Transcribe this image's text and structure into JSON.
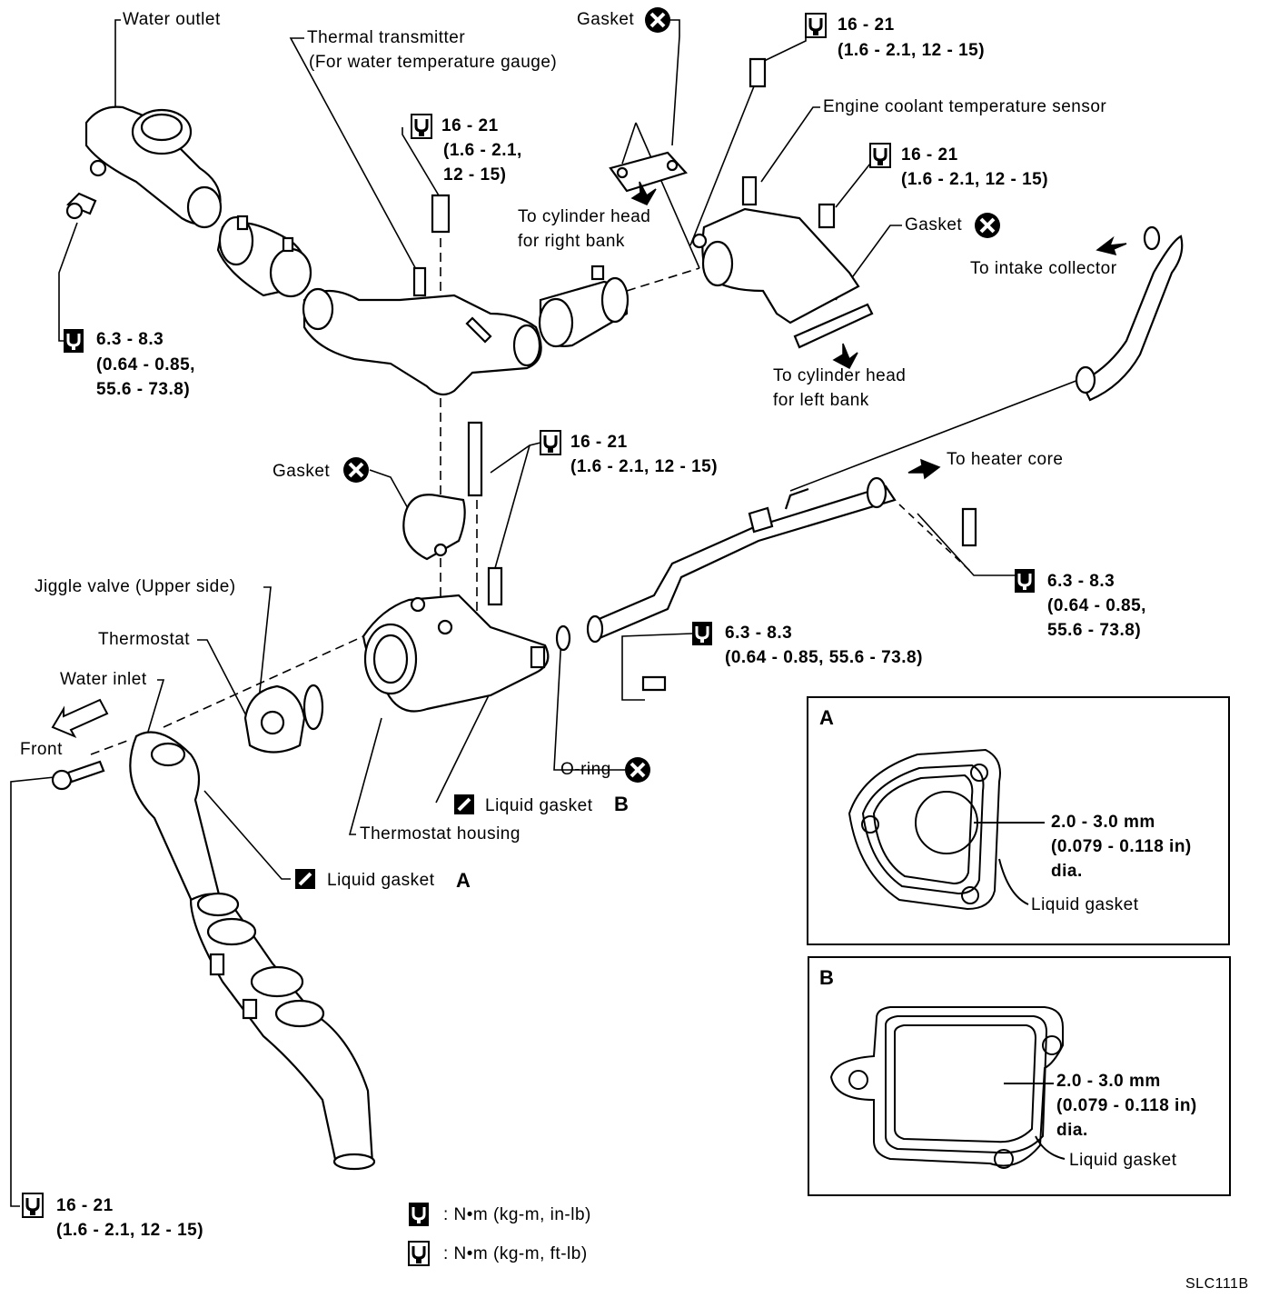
{
  "labels": {
    "water_outlet": "Water outlet",
    "thermal_transmitter": "Thermal transmitter",
    "thermal_transmitter_note": "(For water temperature gauge)",
    "gasket_top": "Gasket",
    "gasket_mid": "Gasket",
    "gasket_right": "Gasket",
    "ect_sensor": "Engine coolant temperature sensor",
    "to_cyl_right_1": "To cylinder head",
    "to_cyl_right_2": "for right bank",
    "to_intake": "To intake collector",
    "to_cyl_left_1": "To cylinder head",
    "to_cyl_left_2": "for left bank",
    "to_heater": "To heater core",
    "jiggle_valve": "Jiggle valve (Upper side)",
    "thermostat": "Thermostat",
    "water_inlet": "Water inlet",
    "front": "Front",
    "o_ring": "O-ring",
    "liquid_gasket_b": "Liquid gasket",
    "liquid_gasket_b_letter": "B",
    "thermostat_housing": "Thermostat housing",
    "liquid_gasket_a": "Liquid gasket",
    "liquid_gasket_a_letter": "A",
    "figure_code": "SLC111B"
  },
  "torques": {
    "t1_line1": "16 - 21",
    "t1_line2": "(1.6 - 2.1, 12 - 15)",
    "t2_line1": "16 - 21",
    "t2_line2": "(1.6 - 2.1,",
    "t2_line3": "12 - 15)",
    "t3_line1": "16 - 21",
    "t3_line2": "(1.6 - 2.1, 12 - 15)",
    "t4_line1": "6.3 - 8.3",
    "t4_line2": "(0.64 - 0.85,",
    "t4_line3": "55.6 - 73.8)",
    "t5_line1": "16 - 21",
    "t5_line2": "(1.6 - 2.1, 12 - 15)",
    "t6_line1": "6.3 - 8.3",
    "t6_line2": "(0.64 - 0.85,",
    "t6_line3": "55.6 - 73.8)",
    "t7_line1": "6.3 - 8.3",
    "t7_line2": "(0.64 - 0.85, 55.6 - 73.8)",
    "t8_line1": "16 - 21",
    "t8_line2": "(1.6 - 2.1, 12 - 15)"
  },
  "legend": {
    "inlb": ": N•m (kg-m, in-lb)",
    "ftlb": ": N•m (kg-m, ft-lb)"
  },
  "detail_a": {
    "letter": "A",
    "dim_1": "2.0 - 3.0 mm",
    "dim_2": "(0.079 - 0.118 in)",
    "dim_3": "dia.",
    "label": "Liquid gasket"
  },
  "detail_b": {
    "letter": "B",
    "dim_1": "2.0 - 3.0 mm",
    "dim_2": "(0.079 - 0.118 in)",
    "dim_3": "dia.",
    "label": "Liquid gasket"
  },
  "icons": [
    "torque-ftlb-icon",
    "torque-inlb-icon",
    "replace-part-icon",
    "liquid-gasket-icon",
    "direction-arrow-icon"
  ]
}
